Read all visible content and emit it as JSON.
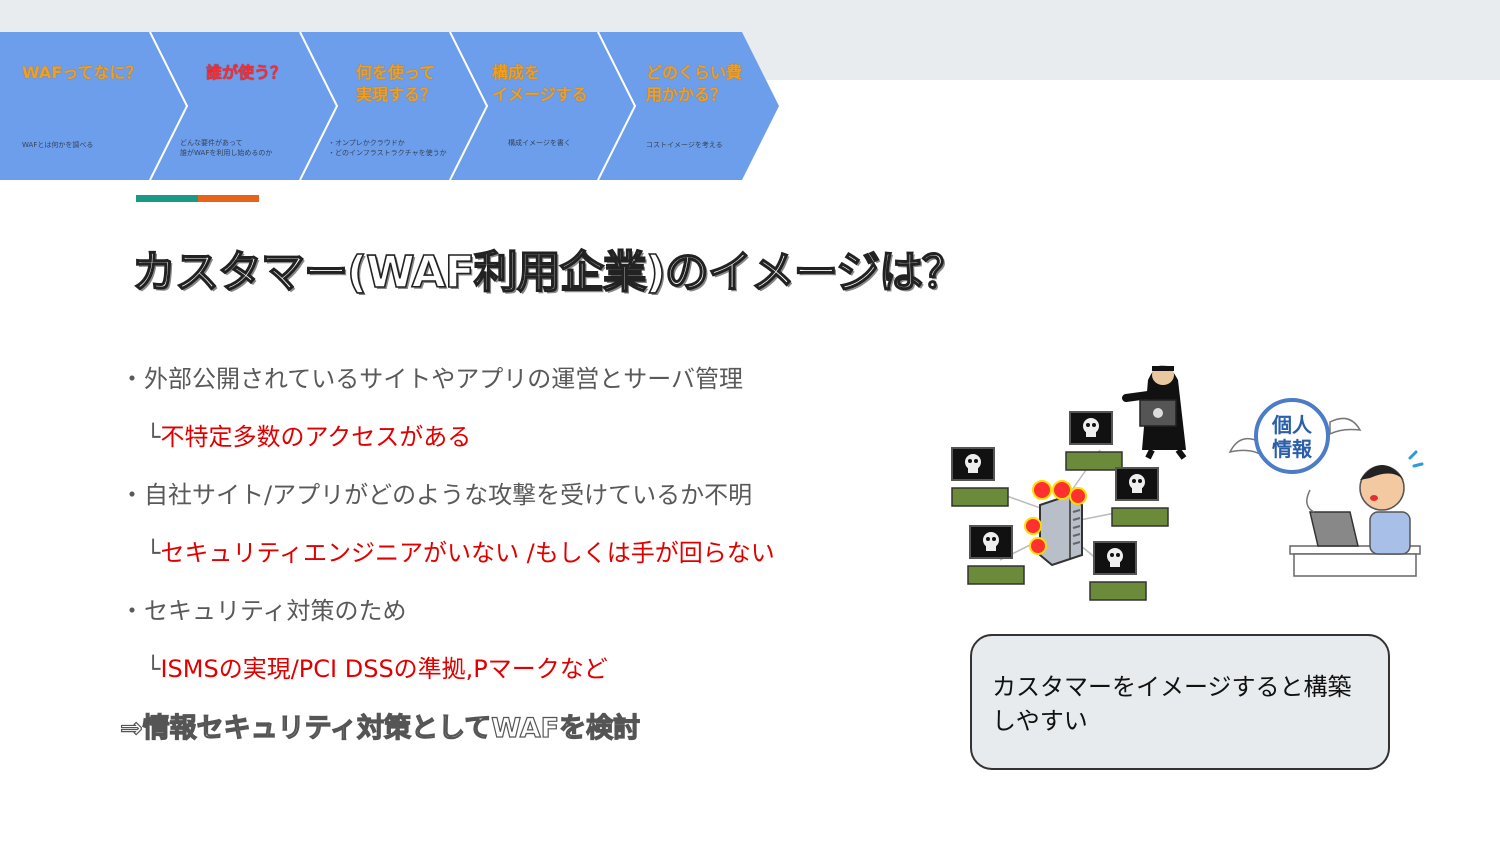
{
  "steps": [
    {
      "title": "WAFってなに？",
      "desc": [
        "WAFとは何かを調べる"
      ],
      "title_color": "#f0a020"
    },
    {
      "title": "誰が使う？",
      "desc": [
        "どんな要件があって",
        "誰がWAFを利用し始めるのか"
      ],
      "title_color": "#ff2a2a"
    },
    {
      "title": [
        "何を使って",
        "実現する？"
      ],
      "desc": [
        "・オンプレかクラウドか",
        "・どのインフラストラクチャを使うか"
      ],
      "title_color": "#f0a020"
    },
    {
      "title": [
        "構成を",
        "イメージする"
      ],
      "desc": [
        "構成イメージを書く"
      ],
      "title_color": "#f0a020"
    },
    {
      "title": [
        "どのくらい費",
        "用かかる？"
      ],
      "desc": [
        "コストイメージを考える"
      ],
      "title_color": "#f0a020"
    }
  ],
  "title": "カスタマー(WAF利用企業)のイメージは？",
  "bullets": [
    {
      "text": "・外部公開されているサイトやアプリの運営とサーバ管理",
      "style": "gray"
    },
    {
      "prefix": "└",
      "text": "不特定多数のアクセスがある",
      "style": "red"
    },
    {
      "text": "・自社サイト/アプリがどのような攻撃を受けているか不明",
      "style": "gray"
    },
    {
      "prefix": "└",
      "text": "セキュリティエンジニアがいない /もしくは手が回らない",
      "style": "red"
    },
    {
      "text": "・セキュリティ対策のため",
      "style": "gray"
    },
    {
      "prefix": "└",
      "text": "ISMSの実現/PCI DSSの準拠,Pマークなど",
      "style": "red"
    }
  ],
  "conclusion": "⇒情報セキュリティ対策としてWAFを検討",
  "badge": {
    "line1": "個人",
    "line2": "情報"
  },
  "callout": "カスタマーをイメージすると構築しやすい",
  "colors": {
    "chevron": "#6d9eeb",
    "accent_teal": "#1a9a84",
    "accent_orange": "#e8631a",
    "red_text": "#e00000"
  }
}
